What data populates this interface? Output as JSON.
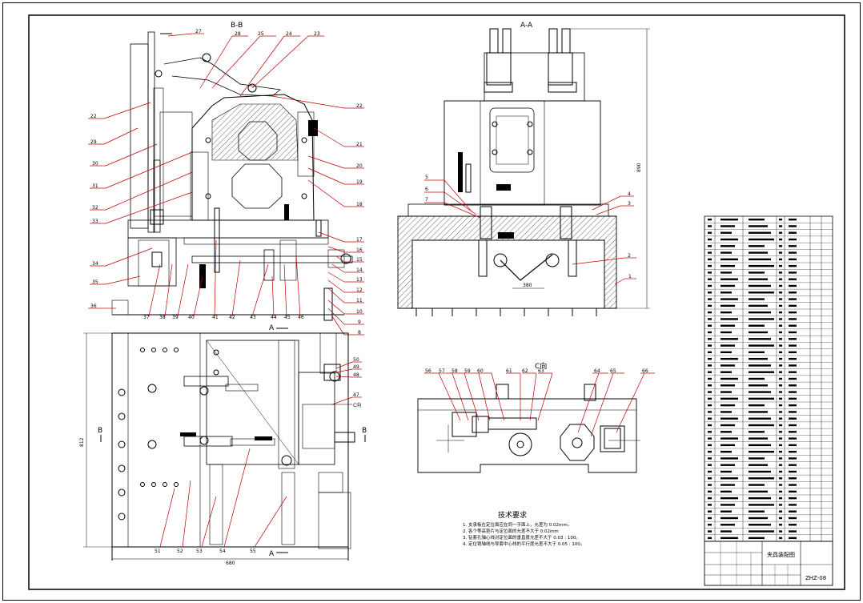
{
  "sections": {
    "bb": "B-B",
    "aa": "A-A",
    "c_view": "C向",
    "c_arrow": "C向",
    "a_mark": "A",
    "b_mark": "B"
  },
  "dimensions": {
    "height_aa": "890",
    "height_plan": "812",
    "width_plan": "680",
    "width_aa_base": "380"
  },
  "technical_requirements": {
    "title": "技术要求",
    "items": [
      "1. 支承板在定位面应在同一平面上，允差为 0.02mm。",
      "2. 各个等高垫片与定位面的允差不大于 0.02mm",
      "3. 钻套孔轴心线对定位面的垂直度允差不大于 0.03 : 100。",
      "4. 定位销轴线与导套中心线的平行度允差不大于 0.05 : 100。"
    ]
  },
  "title_block": {
    "drawing_name": "夹具装配图",
    "drawing_number": "ZHZ-08"
  },
  "parts_bb": {
    "left": [
      "22",
      "29",
      "30",
      "31",
      "32",
      "33",
      "34",
      "35",
      "36"
    ],
    "top": [
      "27",
      "28",
      "25",
      "24",
      "23"
    ],
    "right": [
      "22",
      "21",
      "20",
      "19",
      "18",
      "17",
      "16",
      "15",
      "14",
      "13",
      "12",
      "11",
      "10",
      "9",
      "8"
    ],
    "bottom": [
      "37",
      "38",
      "39",
      "40",
      "41",
      "42",
      "43",
      "44",
      "45",
      "46"
    ]
  },
  "parts_aa": [
    "5",
    "6",
    "7",
    "4",
    "3",
    "2",
    "1"
  ],
  "parts_plan": {
    "right": [
      "50",
      "49",
      "48",
      "47"
    ],
    "bottom": [
      "51",
      "52",
      "53",
      "54",
      "55"
    ]
  },
  "parts_c": {
    "left": [
      "56",
      "57",
      "58",
      "59",
      "60"
    ],
    "mid": [
      "61",
      "62",
      "63"
    ],
    "right": [
      "64",
      "65",
      "66"
    ]
  },
  "parts_list_rows": 49
}
